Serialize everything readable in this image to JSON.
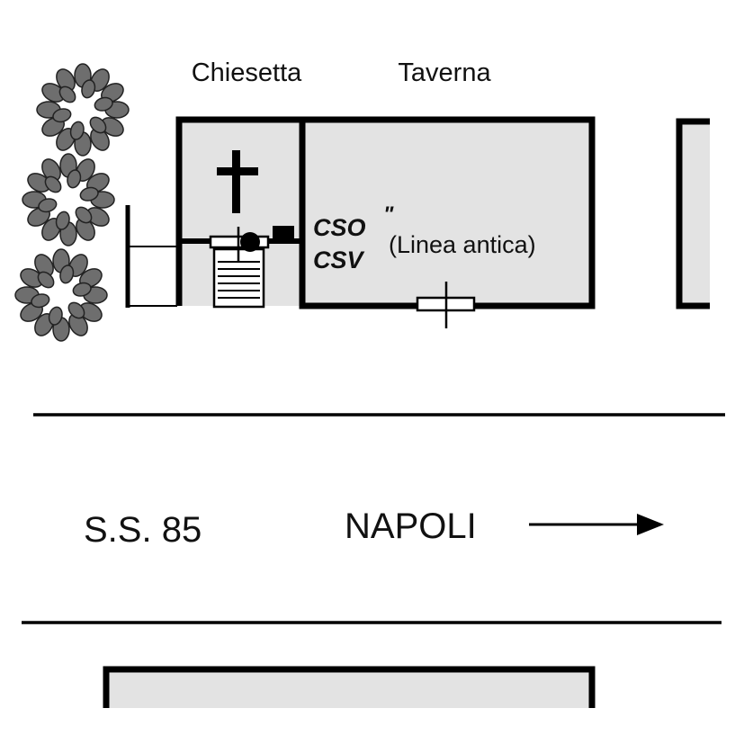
{
  "labels": {
    "chapel": "Chiesetta",
    "tavern": "Taverna",
    "code_cso": "CSO",
    "code_csv": "CSV",
    "code_mark": "\"",
    "note": "(Linea antica)",
    "road": "S.S. 85",
    "direction": "NAPOLI"
  },
  "icons": {
    "chapel": "cross-icon",
    "direction": "arrow-right-icon",
    "trees": "tree-icon"
  },
  "colors": {
    "building_fill": "#e3e3e3",
    "outline": "#000000",
    "tree_fill": "#6e6e6e"
  }
}
